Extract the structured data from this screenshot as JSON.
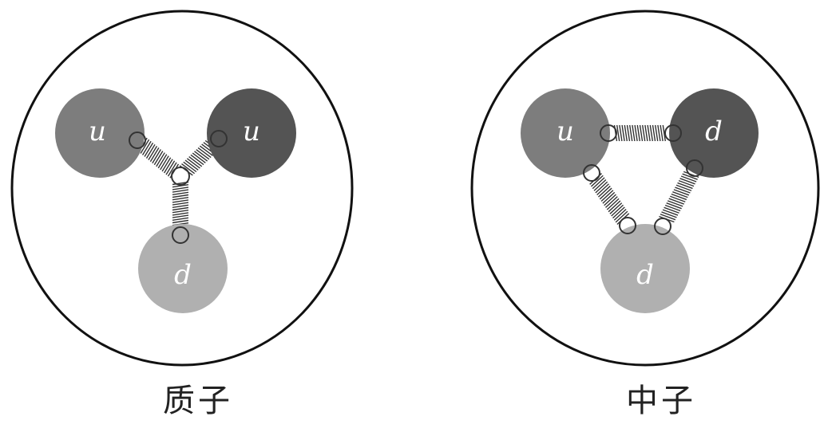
{
  "colors": {
    "background": "#ffffff",
    "outline": "#111111",
    "quark_light": "#b0b0b0",
    "quark_medium": "#7d7d7d",
    "quark_dark": "#545454",
    "spring": "#333333"
  },
  "proton": {
    "caption": "质子",
    "quarks": [
      {
        "label": "u",
        "shade": "medium"
      },
      {
        "label": "u",
        "shade": "dark"
      },
      {
        "label": "d",
        "shade": "light"
      }
    ]
  },
  "neutron": {
    "caption": "中子",
    "quarks": [
      {
        "label": "u",
        "shade": "medium"
      },
      {
        "label": "d",
        "shade": "dark"
      },
      {
        "label": "d",
        "shade": "light"
      }
    ]
  }
}
